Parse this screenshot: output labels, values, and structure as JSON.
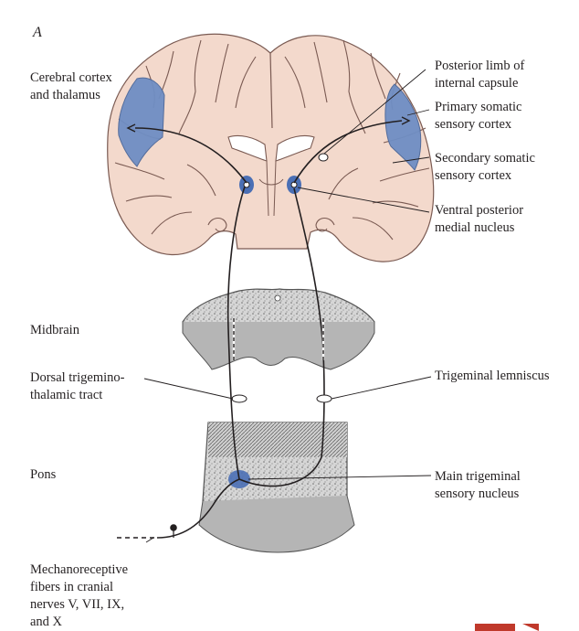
{
  "panel_letter": "A",
  "labels": {
    "cortex_thalamus": "Cerebral cortex\nand thalamus",
    "posterior_limb": "Posterior limb of\ninternal capsule",
    "primary_cortex": "Primary somatic\nsensory cortex",
    "secondary_cortex": "Secondary somatic\nsensory cortex",
    "vpm": "Ventral posterior\nmedial nucleus",
    "midbrain": "Midbrain",
    "dorsal_tract": "Dorsal trigemino-\nthalamic tract",
    "lemniscus": "Trigeminal lemniscus",
    "pons": "Pons",
    "main_nucleus": "Main trigeminal\nsensory nucleus",
    "fibers": "Mechanoreceptive\nfibers in cranial\nnerves V, VII, IX,\nand X"
  },
  "colors": {
    "brain_tissue": "#f3d9cc",
    "sulcus_line": "#7a5a52",
    "cortex_highlight": "#6f8ec4",
    "nucleus_highlight": "#4a6fb5",
    "pathway": "#231f20",
    "section_gray": "#b5b5b5",
    "text": "#231f20"
  }
}
